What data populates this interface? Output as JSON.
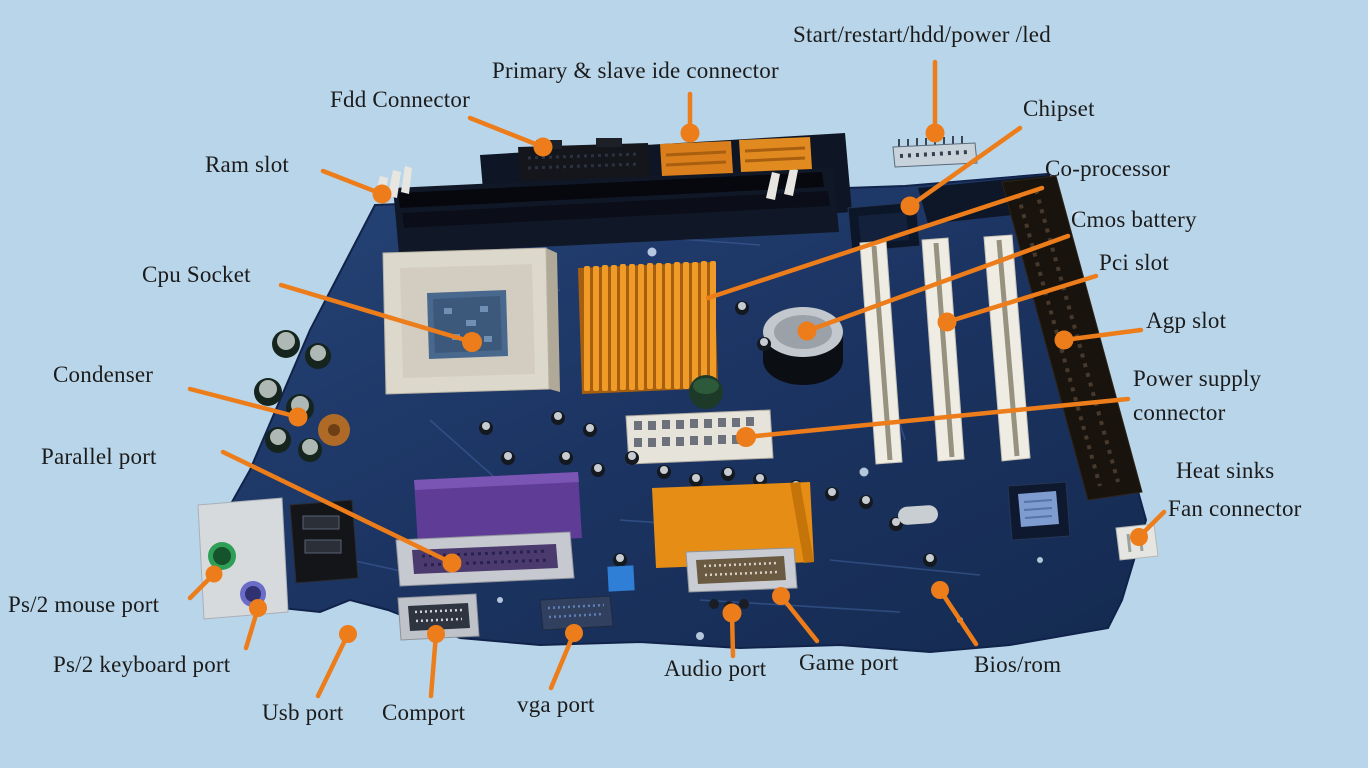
{
  "title": "Motherboard components diagram",
  "colors": {
    "background": "#b9d5ea",
    "leader_line": "#ec7d1a",
    "board": "#1c3462",
    "heatsink_orange": "#f09a28",
    "label_text": "#1b1b1b"
  },
  "labels": {
    "start_restart": "Start/restart/hdd/power /led",
    "primary_slave_ide": "Primary & slave ide connector",
    "fdd_connector": "Fdd Connector",
    "ram_slot": "Ram slot",
    "chipset": "Chipset",
    "co_processor": "Co-processor",
    "cmos_battery": "Cmos battery",
    "pci_slot": "Pci slot",
    "agp_slot": "Agp slot",
    "cpu_socket": "Cpu Socket",
    "power_supply_line1": "Power supply",
    "power_supply_line2": "connector",
    "condenser": "Condenser",
    "heat_sinks_line1": "Heat sinks",
    "heat_sinks_line2": "Fan connector",
    "parallel_port": "Parallel port",
    "ps2_mouse_port": "Ps/2 mouse port",
    "ps2_keyboard_port": "Ps/2 keyboard port",
    "usb_port": "Usb port",
    "comport": "Comport",
    "vga_port": "vga port",
    "audio_port": "Audio port",
    "game_port": "Game port",
    "bios_rom": "Bios/rom"
  }
}
